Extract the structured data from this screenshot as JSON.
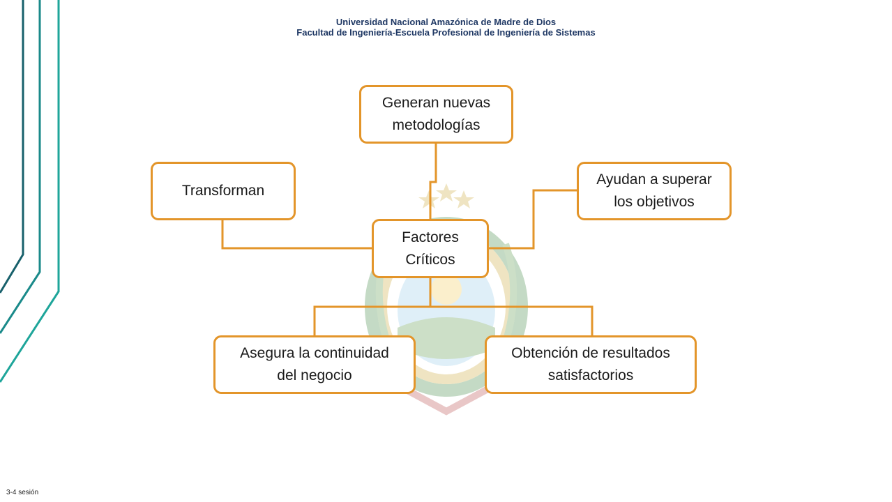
{
  "header": {
    "line1": "Universidad Nacional Amazónica de Madre de Dios",
    "line2": "Facultad de Ingeniería-Escuela Profesional de Ingeniería de Sistemas"
  },
  "diagram": {
    "center": "Factores\nCríticos",
    "top": "Generan nuevas\nmetodologías",
    "left": "Transforman",
    "right": "Ayudan a superar\nlos objetivos",
    "bottom_left": "Asegura la continuidad\ndel negocio",
    "bottom_right": "Obtención de resultados\nsatisfactorios"
  },
  "footer": {
    "slide_label": "3-4 sesión"
  },
  "colors": {
    "node_border": "#e3952a",
    "header_text": "#1f3864",
    "deco_lines": [
      "#17606b",
      "#1a8a8a",
      "#1ea59a"
    ]
  }
}
